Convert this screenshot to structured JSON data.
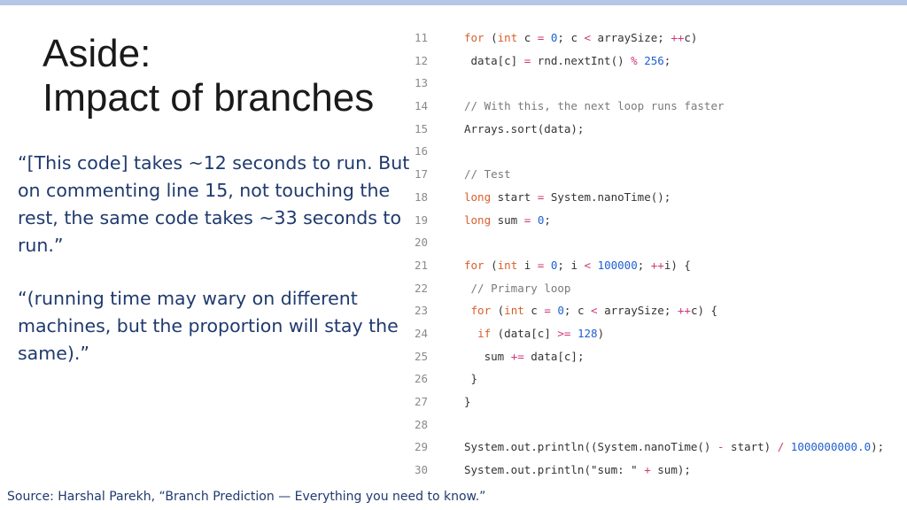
{
  "slide": {
    "title_line1": "Aside:",
    "title_line2": "Impact of branches",
    "quote1_lines": [
      "“[This code] takes ~12 seconds to run. But",
      "on commenting line 15, not touching the",
      "rest, the same code takes ~33 seconds to",
      "run.”"
    ],
    "quote2_lines": [
      "“(running time may wary on different",
      "machines, but the proportion will stay the",
      "same).”"
    ],
    "source": "Source: Harshal Parekh, “Branch Prediction — Everything you need to know.”"
  },
  "code": {
    "lines": [
      {
        "n": "11",
        "t": "for (int c = 0; c < arraySize; ++c)"
      },
      {
        "n": "12",
        "t": " data[c] = rnd.nextInt() % 256;"
      },
      {
        "n": "13",
        "t": ""
      },
      {
        "n": "14",
        "t": "// With this, the next loop runs faster"
      },
      {
        "n": "15",
        "t": "Arrays.sort(data);"
      },
      {
        "n": "16",
        "t": ""
      },
      {
        "n": "17",
        "t": "// Test"
      },
      {
        "n": "18",
        "t": "long start = System.nanoTime();"
      },
      {
        "n": "19",
        "t": "long sum = 0;"
      },
      {
        "n": "20",
        "t": ""
      },
      {
        "n": "21",
        "t": "for (int i = 0; i < 100000; ++i) {"
      },
      {
        "n": "22",
        "t": " // Primary loop"
      },
      {
        "n": "23",
        "t": " for (int c = 0; c < arraySize; ++c) {"
      },
      {
        "n": "24",
        "t": "  if (data[c] >= 128)"
      },
      {
        "n": "25",
        "t": "   sum += data[c];"
      },
      {
        "n": "26",
        "t": " }"
      },
      {
        "n": "27",
        "t": "}"
      },
      {
        "n": "28",
        "t": ""
      },
      {
        "n": "29",
        "t": "System.out.println((System.nanoTime() - start) / 1000000000.0);"
      },
      {
        "n": "30",
        "t": "System.out.println(\"sum: \" + sum);"
      }
    ]
  },
  "colors": {
    "accent_bar": "#b4c7e7",
    "body_text": "#1f3a6e",
    "keyword": "#d95f2b",
    "number": "#1f5fd1",
    "operator": "#d0367a",
    "comment": "#7a7a7a"
  }
}
